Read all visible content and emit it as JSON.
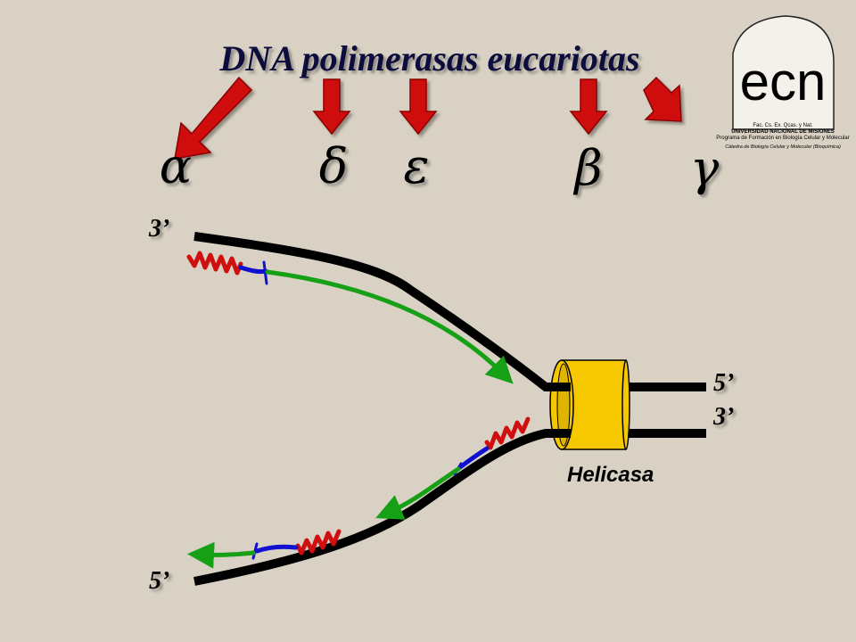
{
  "title": "DNA polimerasas eucariotas",
  "polymerases": [
    "α",
    "δ",
    "ε",
    "β",
    "γ"
  ],
  "strand_labels": {
    "top_left": "3’",
    "bottom_left": "5’",
    "right_top": "5’",
    "right_bottom": "3’"
  },
  "helicase_label": "Helicasa",
  "logo": {
    "mark": "ecn",
    "line1": "Fac. Cs. Ex. Qcas. y Nat.",
    "line2": "UNIVERSIDAD NACIONAL DE MISIONES",
    "line3": "Programa de Formación en Biología Celular y Molecular",
    "line4": "Cátedra de Biología Celular y Molecular (Bioquímica)"
  },
  "colors": {
    "dna": "#000000",
    "arrow_red": "#d01010",
    "rna_primer": "#d01010",
    "dna_primer": "#1010d0",
    "new_strand": "#16a016",
    "helicase": "#f5c800",
    "title": "#0a0a3c"
  }
}
